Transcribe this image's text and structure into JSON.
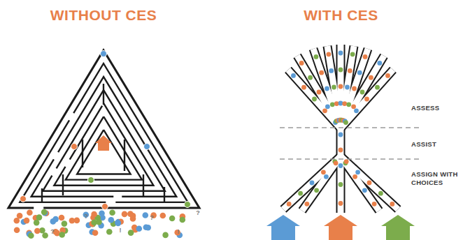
{
  "diagram": {
    "labels": [
      "WITHOUT CES",
      "WITH CES",
      "ASSESS",
      "ASSIST",
      "ASSIGN WITH CHOICES",
      "?",
      "?",
      "!",
      "?",
      "!",
      "?"
    ]
  }
}
